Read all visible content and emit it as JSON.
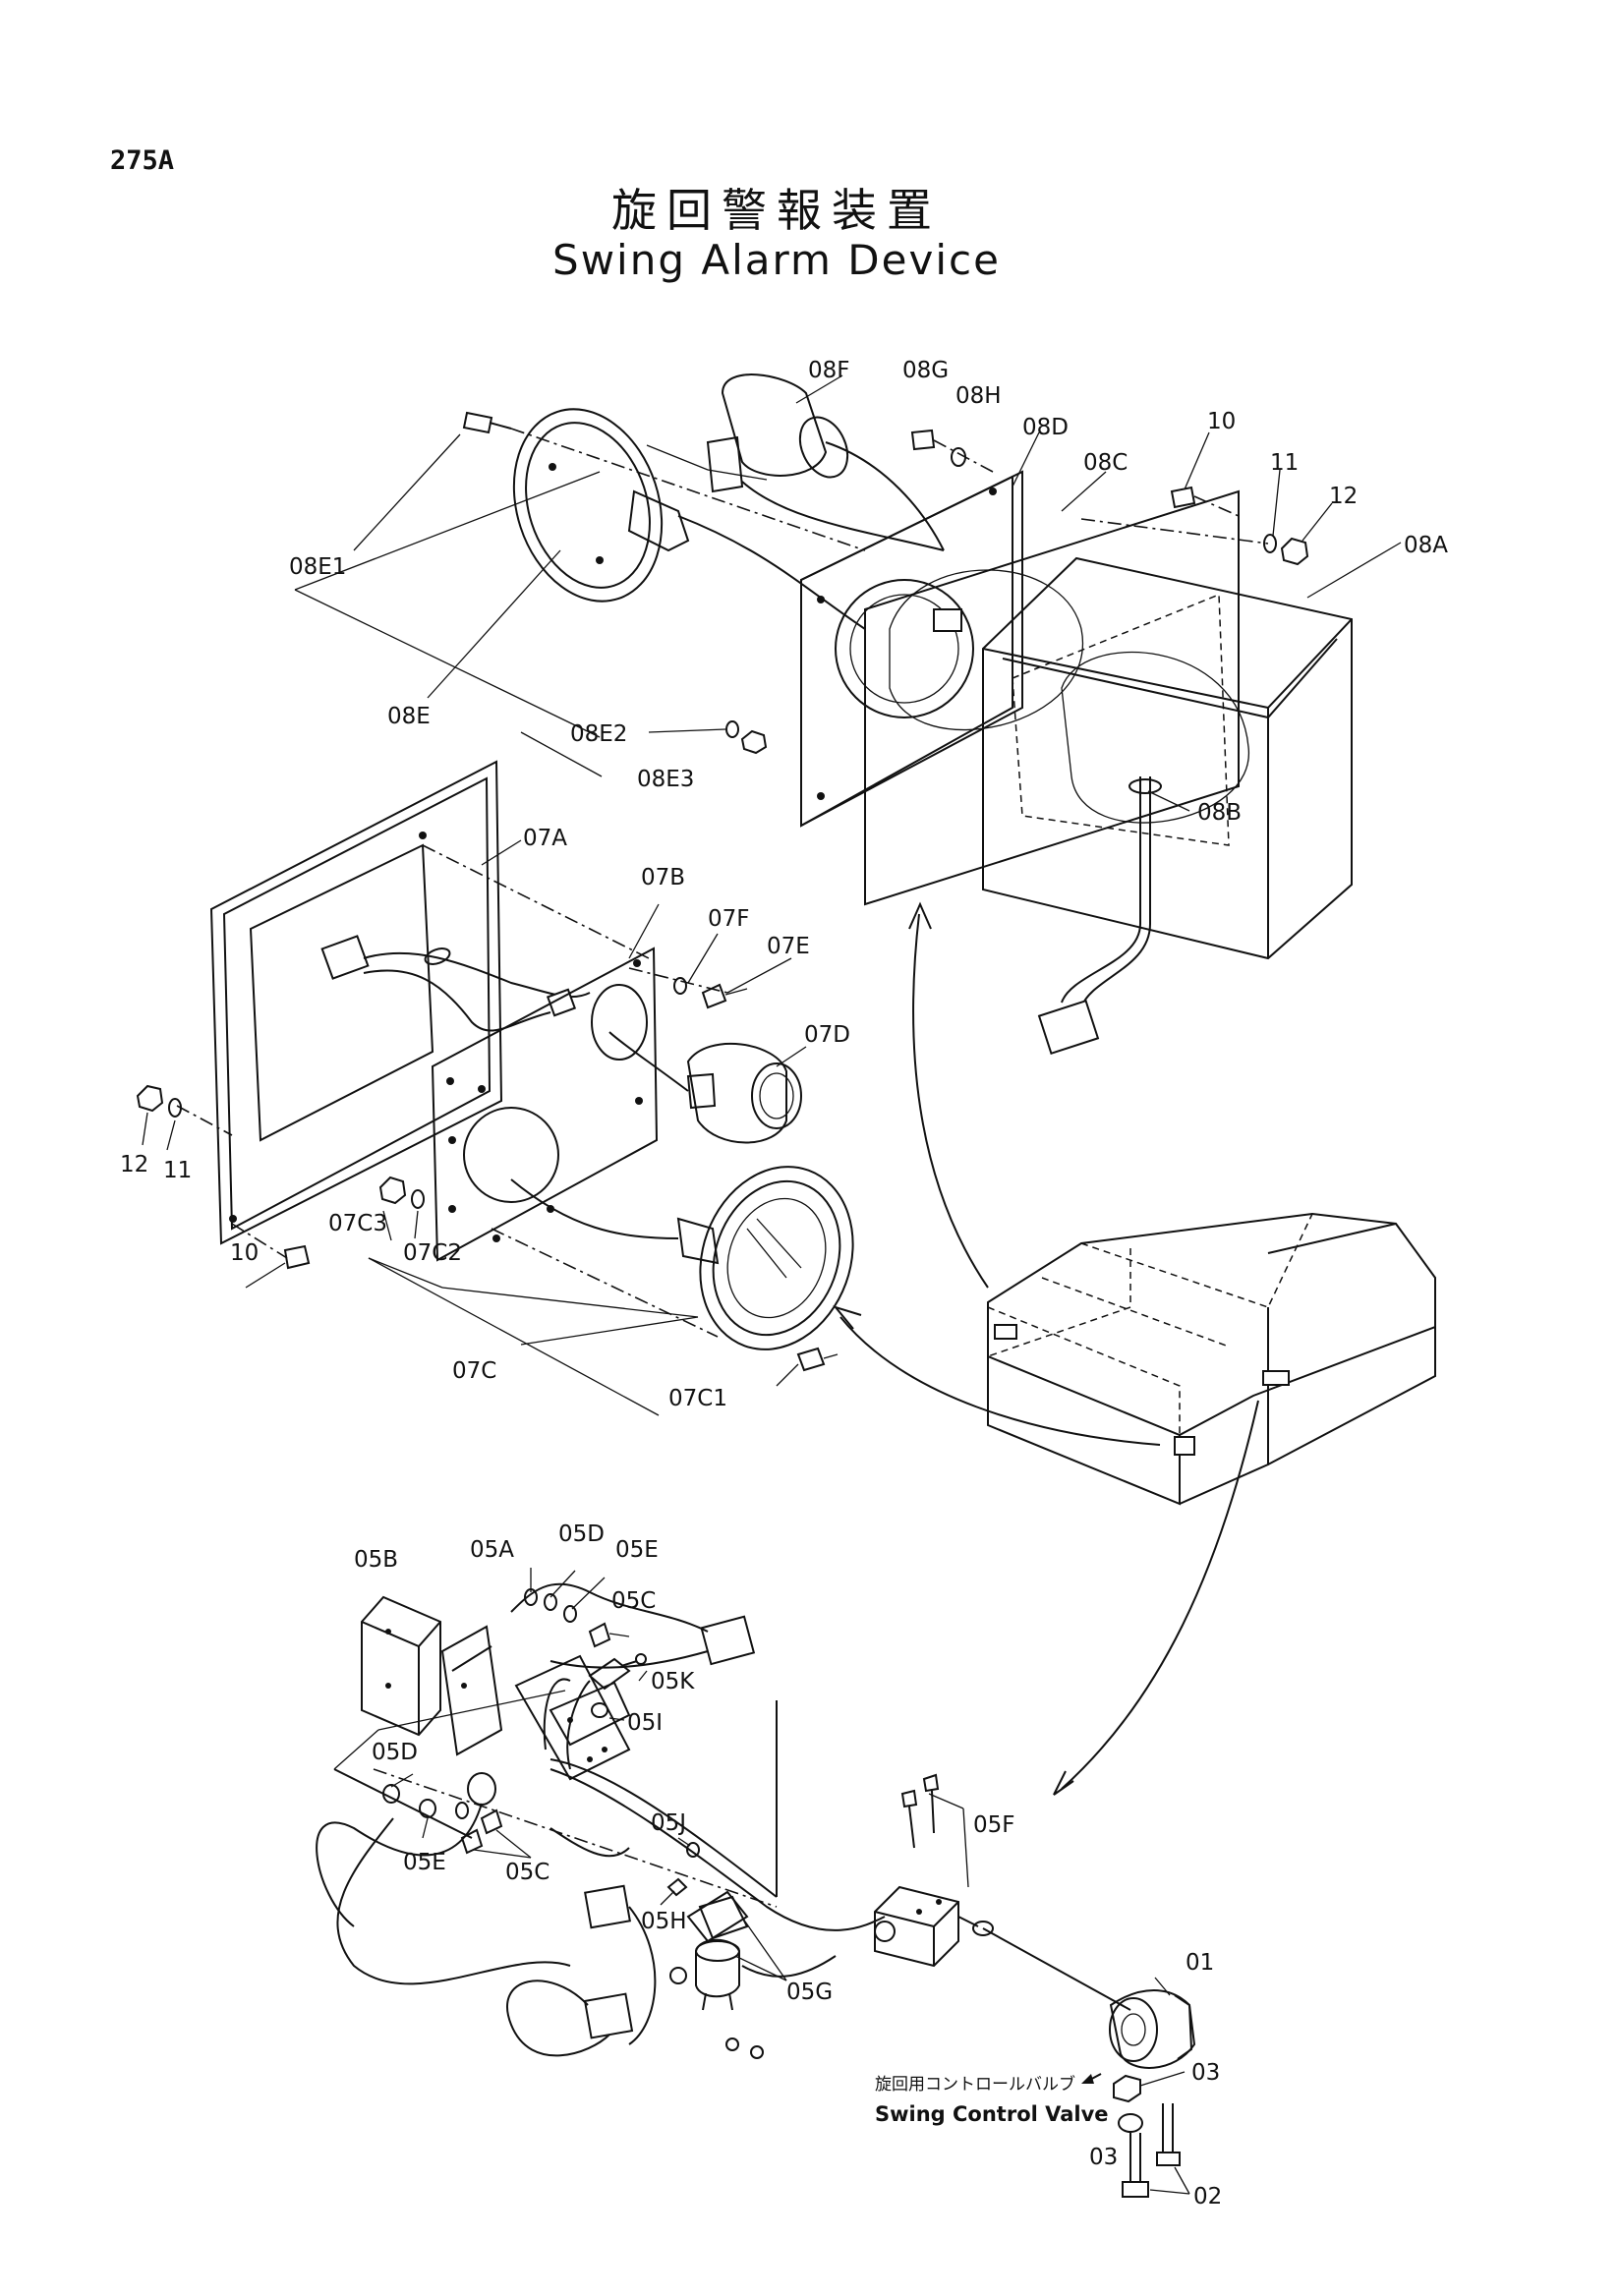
{
  "page_number": "275A",
  "title_jp": "旋回警報装置",
  "title_en": "Swing Alarm Device",
  "caption": {
    "jp": "旋回用コントロールバルブ",
    "en": "Swing Control Valve"
  },
  "labels": {
    "l08F": "08F",
    "l08G": "08G",
    "l08H": "08H",
    "l08D": "08D",
    "l08C": "08C",
    "l10a": "10",
    "l11a": "11",
    "l12a": "12",
    "l08A": "08A",
    "l08E1": "08E1",
    "l08E": "08E",
    "l08E2": "08E2",
    "l08E3": "08E3",
    "l08B": "08B",
    "l07A": "07A",
    "l07B": "07B",
    "l07F": "07F",
    "l07E": "07E",
    "l07D": "07D",
    "l12b": "12",
    "l11b": "11",
    "l10b": "10",
    "l07C3": "07C3",
    "l07C2": "07C2",
    "l07C": "07C",
    "l07C1": "07C1",
    "l05B": "05B",
    "l05A": "05A",
    "l05D": "05D",
    "l05E": "05E",
    "l05C": "05C",
    "l05K": "05K",
    "l05I": "05I",
    "l05Db": "05D",
    "l05Eb": "05E",
    "l05Cb": "05C",
    "l05J": "05J",
    "l05H": "05H",
    "l05G": "05G",
    "l05F": "05F",
    "l01": "01",
    "l03a": "03",
    "l03b": "03",
    "l02": "02"
  }
}
